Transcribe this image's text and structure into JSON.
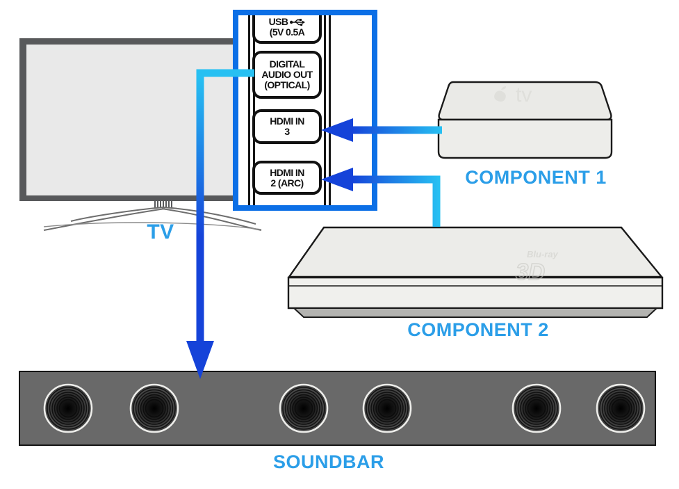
{
  "title": "TV / soundbar connection diagram",
  "colors": {
    "label_blue": "#2B9EE8",
    "callout_border": "#0C6FE6",
    "cable_cyan": "#27C0F2",
    "cable_blue": "#1543D9",
    "tv_frame": "#58595B",
    "screen": "#E9E9E9",
    "soundbar_body": "#696969",
    "device_fill": "#EBEBE8",
    "port_border": "#111111"
  },
  "tv": {
    "label": "TV"
  },
  "ports_panel": {
    "usb": {
      "line1": "USB",
      "line2": "(5V 0.5A",
      "icon": "usb-trident-icon"
    },
    "digital_audio": {
      "line1": "DIGITAL",
      "line2": "AUDIO OUT",
      "line3": "(OPTICAL)"
    },
    "hdmi3": {
      "line1": "HDMI IN",
      "line2": "3"
    },
    "hdmi2": {
      "line1": "HDMI IN",
      "line2": "2 (ARC)"
    }
  },
  "component1": {
    "label": "COMPONENT 1",
    "device": "apple-tv-box",
    "logo_text": "tv"
  },
  "component2": {
    "label": "COMPONENT 2",
    "device": "blu-ray-player",
    "logo_small": "Blu-ray",
    "logo_large": "3D"
  },
  "soundbar": {
    "label": "SOUNDBAR",
    "speaker_count": 6
  },
  "connections": [
    {
      "from": "tv-digital-audio-out",
      "to": "soundbar",
      "style": "optical-cable-arrow"
    },
    {
      "from": "component1",
      "to": "hdmi-in-3",
      "style": "hdmi-cable-arrow"
    },
    {
      "from": "component2",
      "to": "hdmi-in-2-arc",
      "style": "hdmi-cable-arrow"
    }
  ]
}
